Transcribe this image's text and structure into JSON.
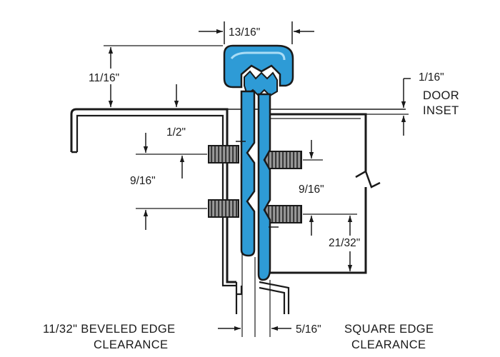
{
  "diagram": {
    "colors": {
      "ink": "#1a1a1a",
      "hinge_fill": "#2e9bd6",
      "hinge_highlight": "#a9dcf5",
      "screw_fill": "#8a8a8a",
      "background": "#ffffff"
    },
    "labels": {
      "top_width": "13/16\"",
      "leaf_height": "11/16\"",
      "inset_value": "1/16\"",
      "inset_word_1": "DOOR",
      "inset_word_2": "INSET",
      "upper_screw_offset": "1/2\"",
      "left_screw_spacing": "9/16\"",
      "right_screw_spacing": "9/16\"",
      "bottom_offset": "21/32\"",
      "beveled_line_1": "11/32\" BEVELED EDGE",
      "beveled_line_2": "CLEARANCE",
      "bottom_width": "5/16\"",
      "square_line_1": "SQUARE EDGE",
      "square_line_2": "CLEARANCE"
    }
  }
}
